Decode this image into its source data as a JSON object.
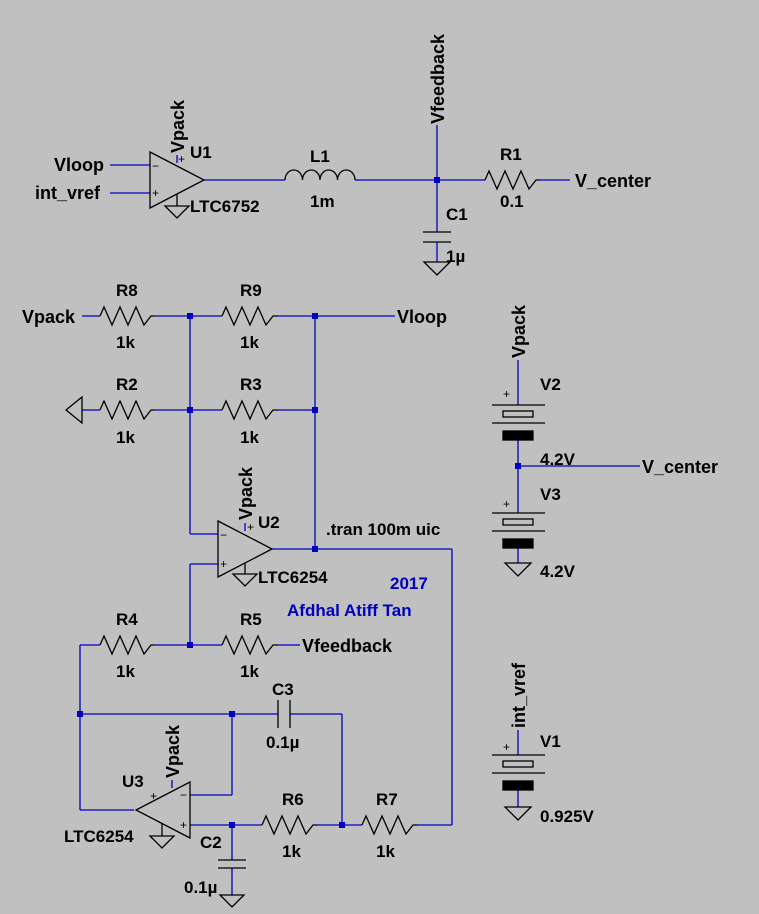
{
  "schematic": {
    "background_color": "#c0c0c0",
    "wire_color": "#0000c0",
    "component_color": "#000000",
    "comment_color": "#0000c0",
    "components": {
      "U1": {
        "ref": "U1",
        "part": "LTC6752"
      },
      "U2": {
        "ref": "U2",
        "part": "LTC6254"
      },
      "U3": {
        "ref": "U3",
        "part": "LTC6254"
      },
      "L1": {
        "ref": "L1",
        "value": "1m"
      },
      "C1": {
        "ref": "C1",
        "value": "1µ"
      },
      "C2": {
        "ref": "C2",
        "value": "0.1µ"
      },
      "C3": {
        "ref": "C3",
        "value": "0.1µ"
      },
      "R1": {
        "ref": "R1",
        "value": "0.1"
      },
      "R2": {
        "ref": "R2",
        "value": "1k"
      },
      "R3": {
        "ref": "R3",
        "value": "1k"
      },
      "R4": {
        "ref": "R4",
        "value": "1k"
      },
      "R5": {
        "ref": "R5",
        "value": "1k"
      },
      "R6": {
        "ref": "R6",
        "value": "1k"
      },
      "R7": {
        "ref": "R7",
        "value": "1k"
      },
      "R8": {
        "ref": "R8",
        "value": "1k"
      },
      "R9": {
        "ref": "R9",
        "value": "1k"
      },
      "V1": {
        "ref": "V1",
        "value": "0.925V"
      },
      "V2": {
        "ref": "V2",
        "value": "4.2V"
      },
      "V3": {
        "ref": "V3",
        "value": "4.2V"
      }
    },
    "nets": {
      "vpack": "Vpack",
      "vloop": "Vloop",
      "int_vref": "int_vref",
      "vfeedback": "Vfeedback",
      "v_center": "V_center"
    },
    "pin_plus": "+",
    "pin_minus": "−",
    "directive": ".tran 100m uic",
    "comment": {
      "year": "2017",
      "author": "Afdhal Atiff Tan"
    }
  }
}
